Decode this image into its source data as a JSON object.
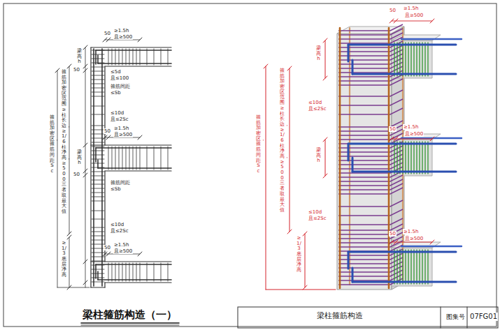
{
  "diagram": {
    "title": "梁柱箍筋构造（一）",
    "labels": [
      "50",
      "≥1.5h",
      "且≥500",
      "梁高h",
      "50",
      "≤5d",
      "且≤100",
      "箍筋间距",
      "≤Sb",
      "≤10d",
      "且≤2Sc",
      "50",
      "≥1.5h",
      "且≥500",
      "梁高h",
      "50",
      "箍筋间距",
      "≤Sb",
      "≤10d",
      "且≤2Sc",
      "50",
      "≥1.5h",
      "且≥500",
      "箍筋加密区，箍筋间距Sc",
      "箍筋加密区范围≥柱长边，≥1/6柱净高，≥500三者取最大值",
      "≥1/3底层净高",
      "50",
      "≥1.5h",
      "且≥500",
      "梁高h",
      "≤10d",
      "且≤2Sc",
      "50",
      "≥1.5h",
      "且≥500",
      "梁高h",
      "≤10d",
      "且≤2Sc",
      "50",
      "≥1.5h",
      "且≥500",
      "箍筋加密区，箍筋间距Sc",
      "箍筋加密区范围≥柱长边，≥1/6柱净高，≥500三者取最大值",
      "≥1/3底层净高",
      "梁柱箍筋构造",
      "图集号",
      "07FG01"
    ]
  }
}
